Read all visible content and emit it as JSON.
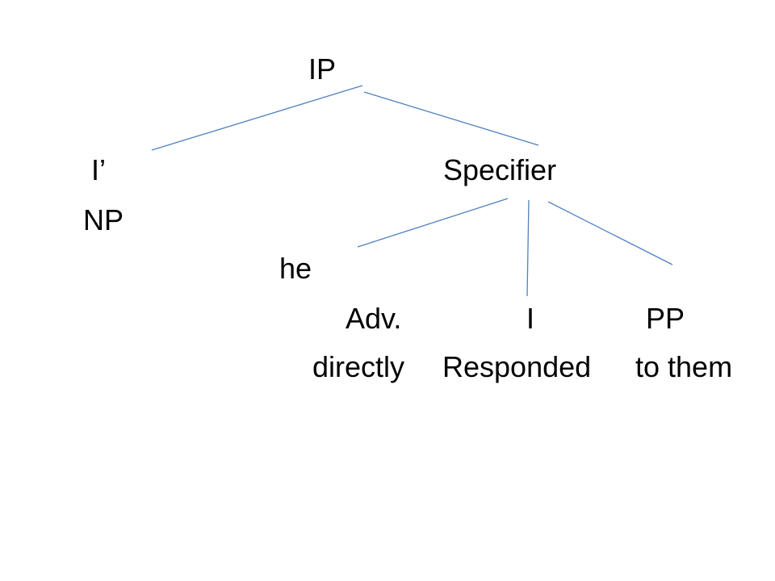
{
  "tree": {
    "root": "IP",
    "i_bar": "I’",
    "specifier": "Specifier",
    "np": "NP",
    "he": "he",
    "adv": "Adv.",
    "i_head": "I",
    "pp": "PP",
    "directly": "directly",
    "responded": "Responded",
    "to_them": "to them"
  },
  "colors": {
    "edge": "#4f81bd",
    "text": "#000000",
    "background": "#ffffff"
  }
}
